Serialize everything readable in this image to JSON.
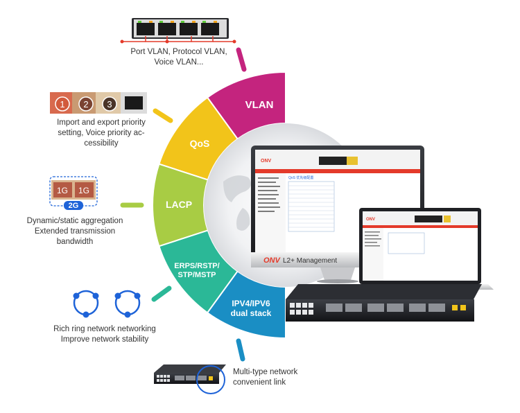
{
  "features": [
    {
      "id": "vlan",
      "label": "VLAN",
      "color": "#c4247e",
      "caption_lines": [
        "Port VLAN, Protocol VLAN,",
        "Voice VLAN..."
      ]
    },
    {
      "id": "qos",
      "label": "QoS",
      "color": "#f2c41a",
      "caption_lines": [
        "Import and export priority",
        "setting, Voice priority ac-",
        "cessibility"
      ]
    },
    {
      "id": "lacp",
      "label": "LACP",
      "color": "#a8cc44",
      "caption_lines": [
        "Dynamic/static aggregation",
        "Extended transmission",
        "bandwidth"
      ]
    },
    {
      "id": "erps",
      "label_lines": [
        "ERPS/RSTP/",
        "STP/MSTP"
      ],
      "color": "#2bb897",
      "caption_lines": [
        "Rich ring network networking",
        "Improve network stability"
      ]
    },
    {
      "id": "ipv",
      "label_lines": [
        "IPV4/IPV6",
        "dual stack"
      ],
      "color": "#1a8ec4",
      "caption_lines": [
        "Multi-type network",
        "convenient link"
      ]
    }
  ],
  "qos_badges": [
    "1",
    "2",
    "3"
  ],
  "lacp_badges": [
    "1G",
    "1G"
  ],
  "lacp_aggregate": "2G",
  "monitor": {
    "brand": "ONV",
    "caption": "L2+ Management",
    "panel_title": "QoS 优先级配置"
  },
  "colors": {
    "brand_red": "#e43a2a",
    "ring_blue": "#1e63d8"
  }
}
